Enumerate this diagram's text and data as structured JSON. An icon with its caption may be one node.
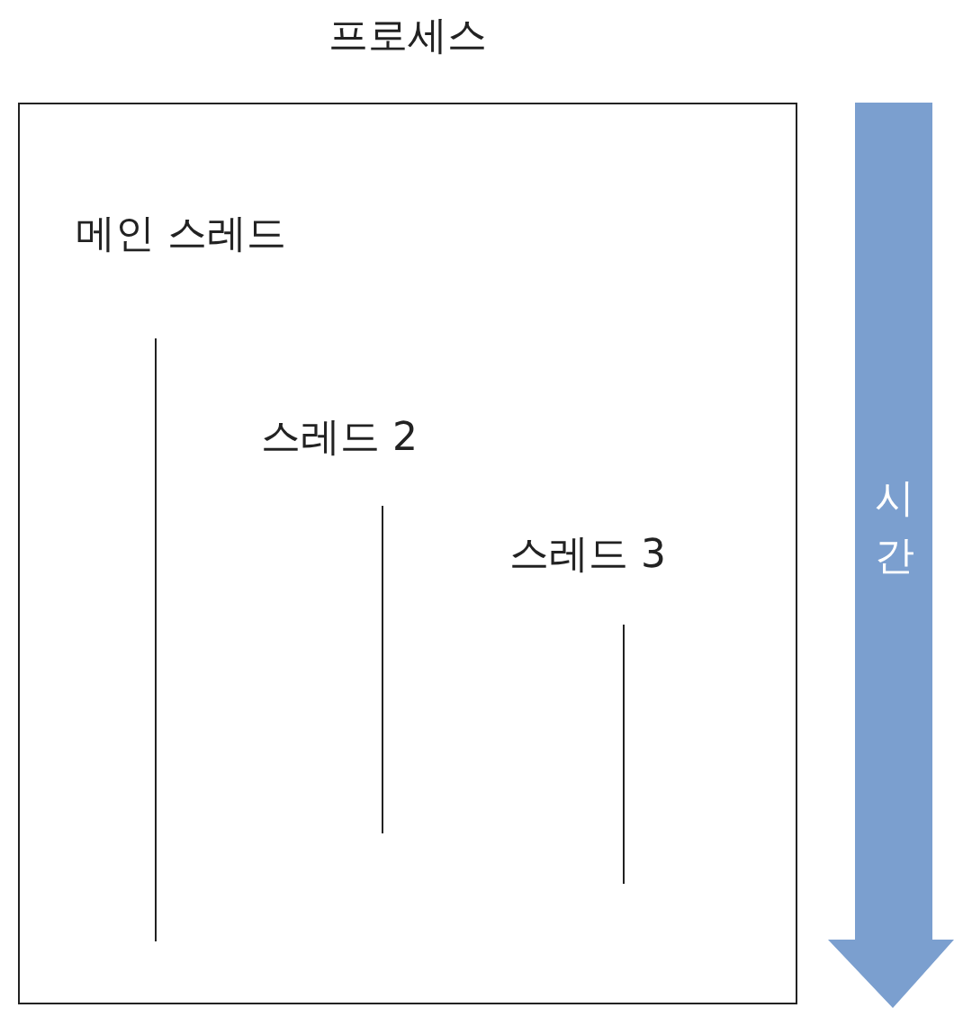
{
  "diagram": {
    "nodes": [
      {
        "text": [
          "프로세스"
        ]
      },
      {
        "text": [
          "시간"
        ]
      }
    ],
    "edges": [],
    "labels": [
      "메인 스레드",
      "스레드 2",
      "스레드 3"
    ]
  }
}
